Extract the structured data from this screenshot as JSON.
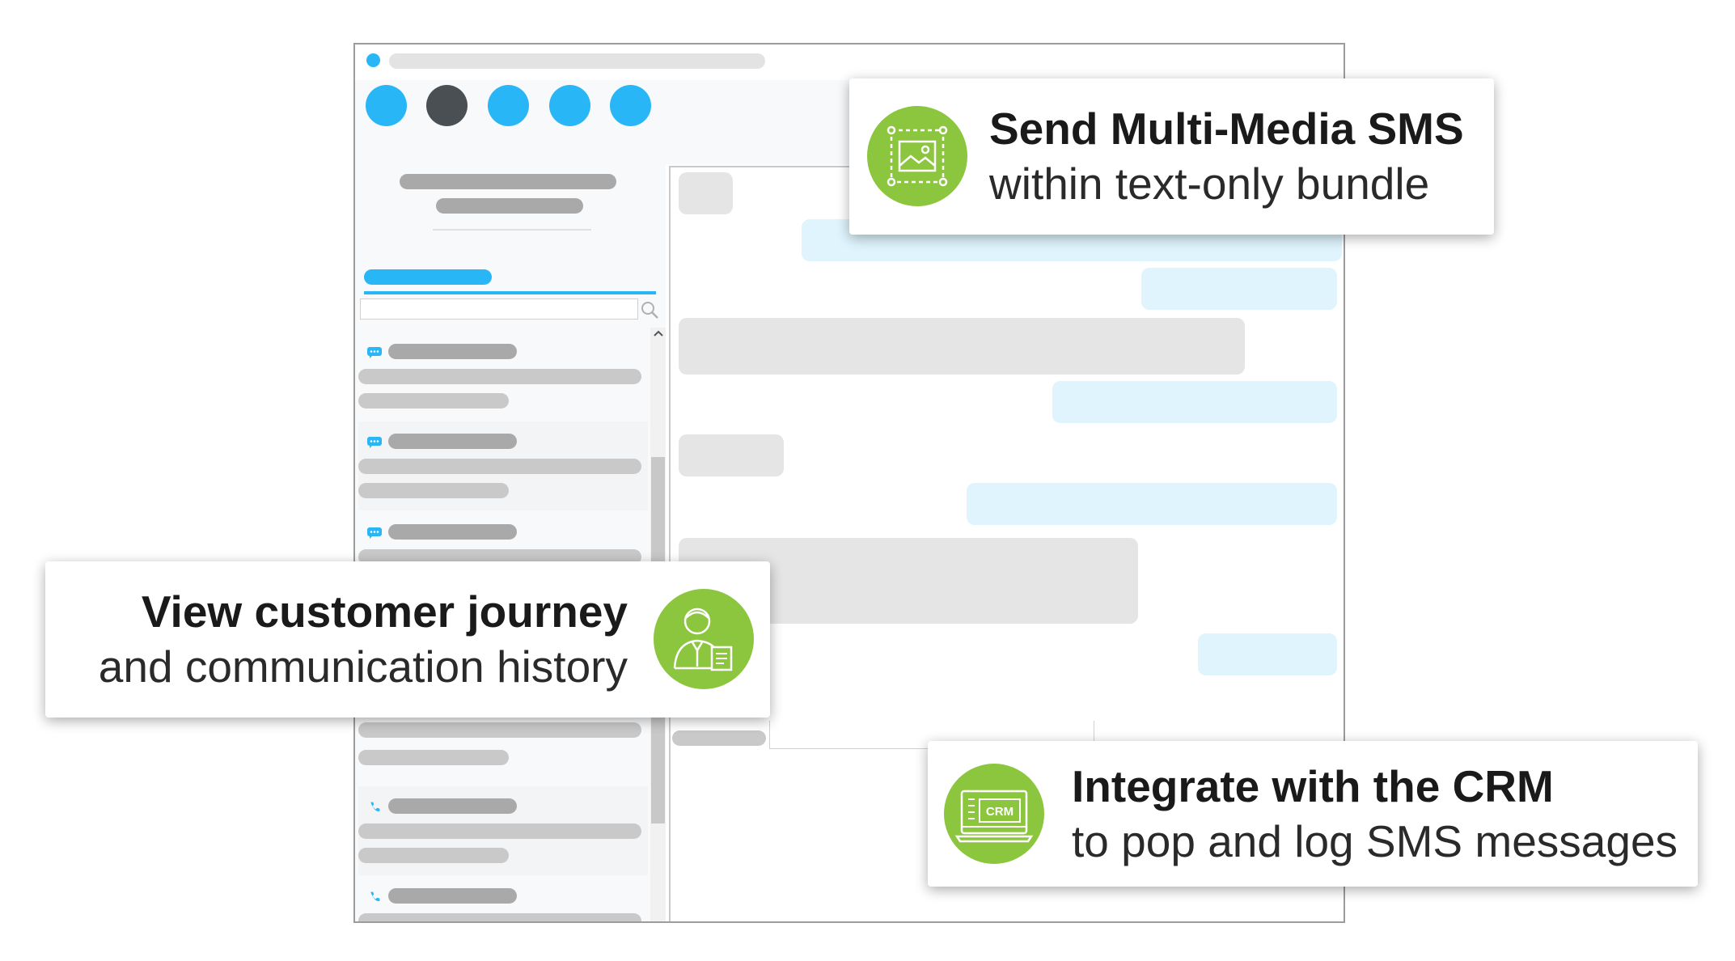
{
  "callouts": {
    "mms": {
      "title": "Send Multi-Media SMS",
      "subtitle": "within text-only bundle",
      "icon": "image-frame-icon"
    },
    "journey": {
      "title": "View customer journey",
      "subtitle": "and communication history",
      "icon": "customer-profile-icon"
    },
    "crm": {
      "title": "Integrate with the CRM",
      "subtitle": "to pop and log SMS messages",
      "icon": "crm-monitor-icon",
      "icon_text": "CRM"
    }
  },
  "colors": {
    "accent_blue": "#29b6f6",
    "nav_dark": "#4a4f54",
    "callout_green": "#8cc63f",
    "bubble_outgoing": "#dff4fd",
    "bubble_incoming": "#e5e5e5"
  },
  "nav_icons": [
    "nav-circle-blue",
    "nav-circle-dark",
    "nav-circle-blue",
    "nav-circle-blue",
    "nav-circle-blue"
  ],
  "message_list_icons": [
    "chat-bubble-icon",
    "chat-bubble-icon",
    "chat-bubble-icon",
    "phone-icon",
    "phone-icon"
  ]
}
